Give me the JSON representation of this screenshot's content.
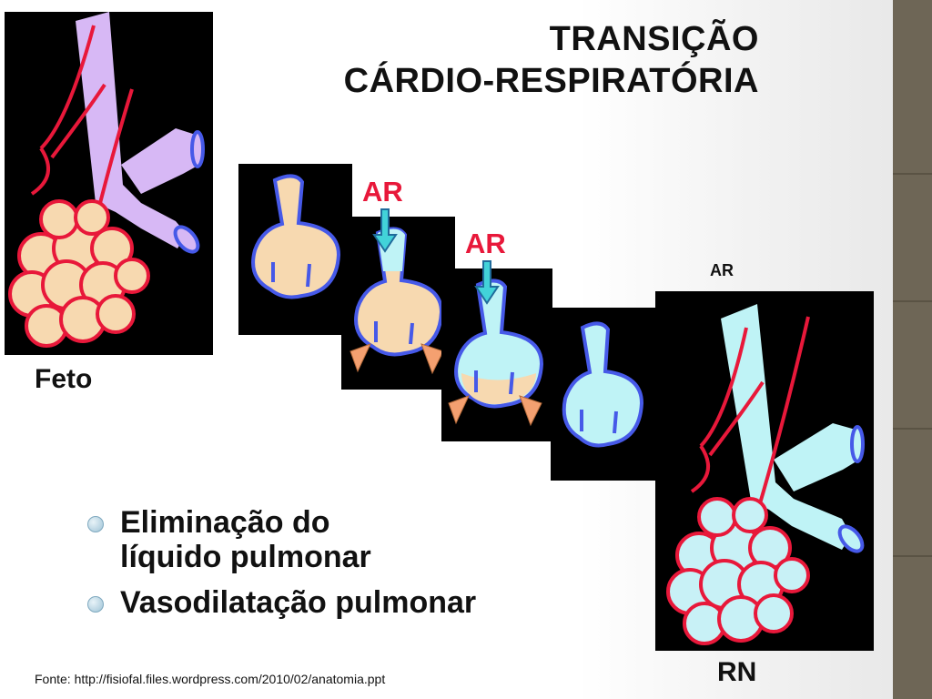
{
  "title": {
    "line1": "TRANSIÇÃO",
    "line2": "CÁRDIO-RESPIRATÓRIA"
  },
  "labels": {
    "feto": "Feto",
    "rn": "RN",
    "ar_1": "AR",
    "ar_2": "AR",
    "ar_3": "AR"
  },
  "bullets": [
    {
      "line1": "Eliminação do",
      "line2": "líquido pulmonar"
    },
    {
      "line1": "Vasodilatação pulmonar",
      "line2": ""
    }
  ],
  "source": "Fonte: http://fisiofal.files.wordpress.com/2010/02/anatomia.ppt",
  "colors": {
    "panel_bg": "#000000",
    "fetal_alveoli_fill": "#f7d9b0",
    "newborn_alveoli_fill": "#c8f1f6",
    "airway_fetal": "#d7b8f5",
    "airway_newborn": "#bff3f6",
    "vessel_red": "#e8183a",
    "outline_blue": "#4659e8",
    "arrow_cyan": "#42d3d9",
    "arrow_orange": "#f4a070",
    "ar_red": "#e8183a",
    "side_strip": "#6e6656"
  }
}
